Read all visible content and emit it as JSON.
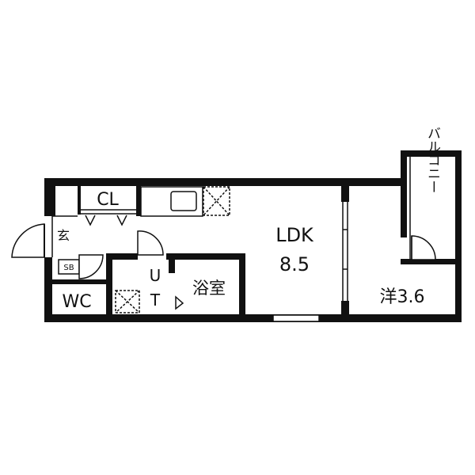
{
  "floor_plan": {
    "rooms": {
      "closet": "CL",
      "entrance": "玄",
      "shoe_box": "SB",
      "toilet": "WC",
      "utility_u": "U",
      "utility_t": "T",
      "bathroom": "浴室",
      "ldk_name": "LDK",
      "ldk_size": "8.5",
      "western_room": "洋3.6",
      "balcony": "バルコニー"
    },
    "colors": {
      "wall": "#111111",
      "background": "#ffffff",
      "fixture": "#888888"
    }
  }
}
